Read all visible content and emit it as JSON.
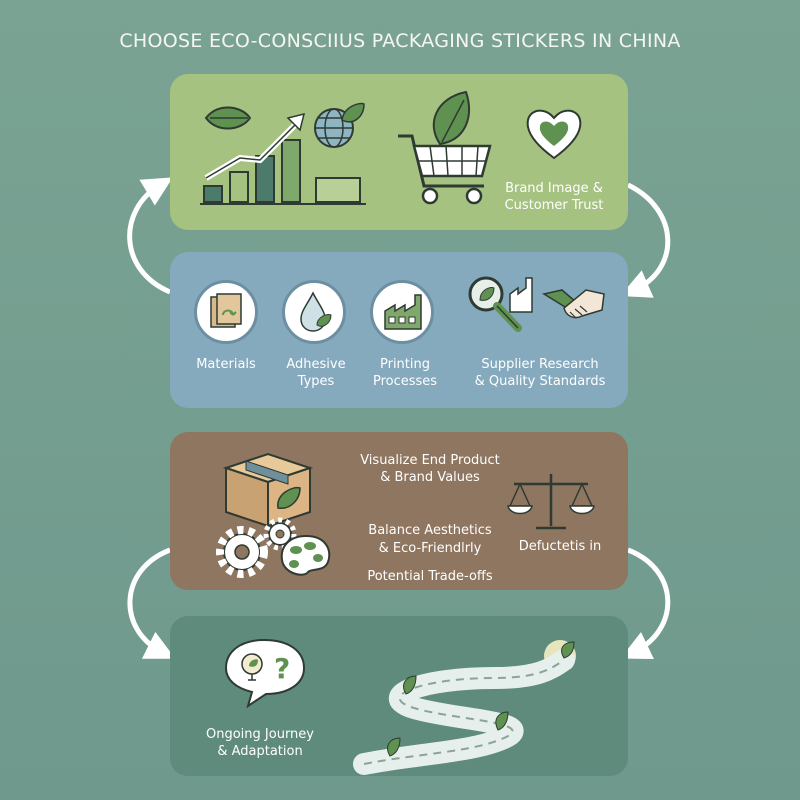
{
  "title": "CHOOSE ECO-CONSCIIUS PACKAGING STICKERS IN CHINA",
  "panel1": {
    "brand_label_1": "Brand Image &",
    "brand_label_2": "Customer Trust"
  },
  "panel2": {
    "materials": "Materials",
    "adhesive_1": "Adhesive",
    "adhesive_2": "Types",
    "printing_1": "Printing",
    "printing_2": "Processes",
    "supplier_1": "Supplier Research",
    "supplier_2": "& Quality Standards"
  },
  "panel3": {
    "visualize_1": "Visualize End Product",
    "visualize_2": "& Brand Values",
    "balance_1": "Balance Aesthetics",
    "balance_2": "& Eco-Friendlrly",
    "tradeoffs": "Potential Trade-offs",
    "defuctetis": "Defuctetis in"
  },
  "panel4": {
    "journey_1": "Ongoing Journey",
    "journey_2": "& Adaptation"
  },
  "colors": {
    "panel1": "#a6c281",
    "panel2": "#85a9bd",
    "panel3": "#8e7660",
    "panel4": "#5e8b7b",
    "background": "#7aa393",
    "icon_green": "#5f9150",
    "icon_dark": "#2f3a32"
  },
  "icons": [
    "leaf-icon",
    "growth-chart-icon",
    "globe-icon",
    "shopping-cart-icon",
    "heart-icon",
    "materials-icon",
    "droplet-icon",
    "factory-icon",
    "magnifier-icon",
    "handshake-icon",
    "package-box-icon",
    "gears-icon",
    "palette-icon",
    "scale-icon",
    "lightbulb-icon",
    "question-icon",
    "road-icon",
    "sprout-icon"
  ]
}
